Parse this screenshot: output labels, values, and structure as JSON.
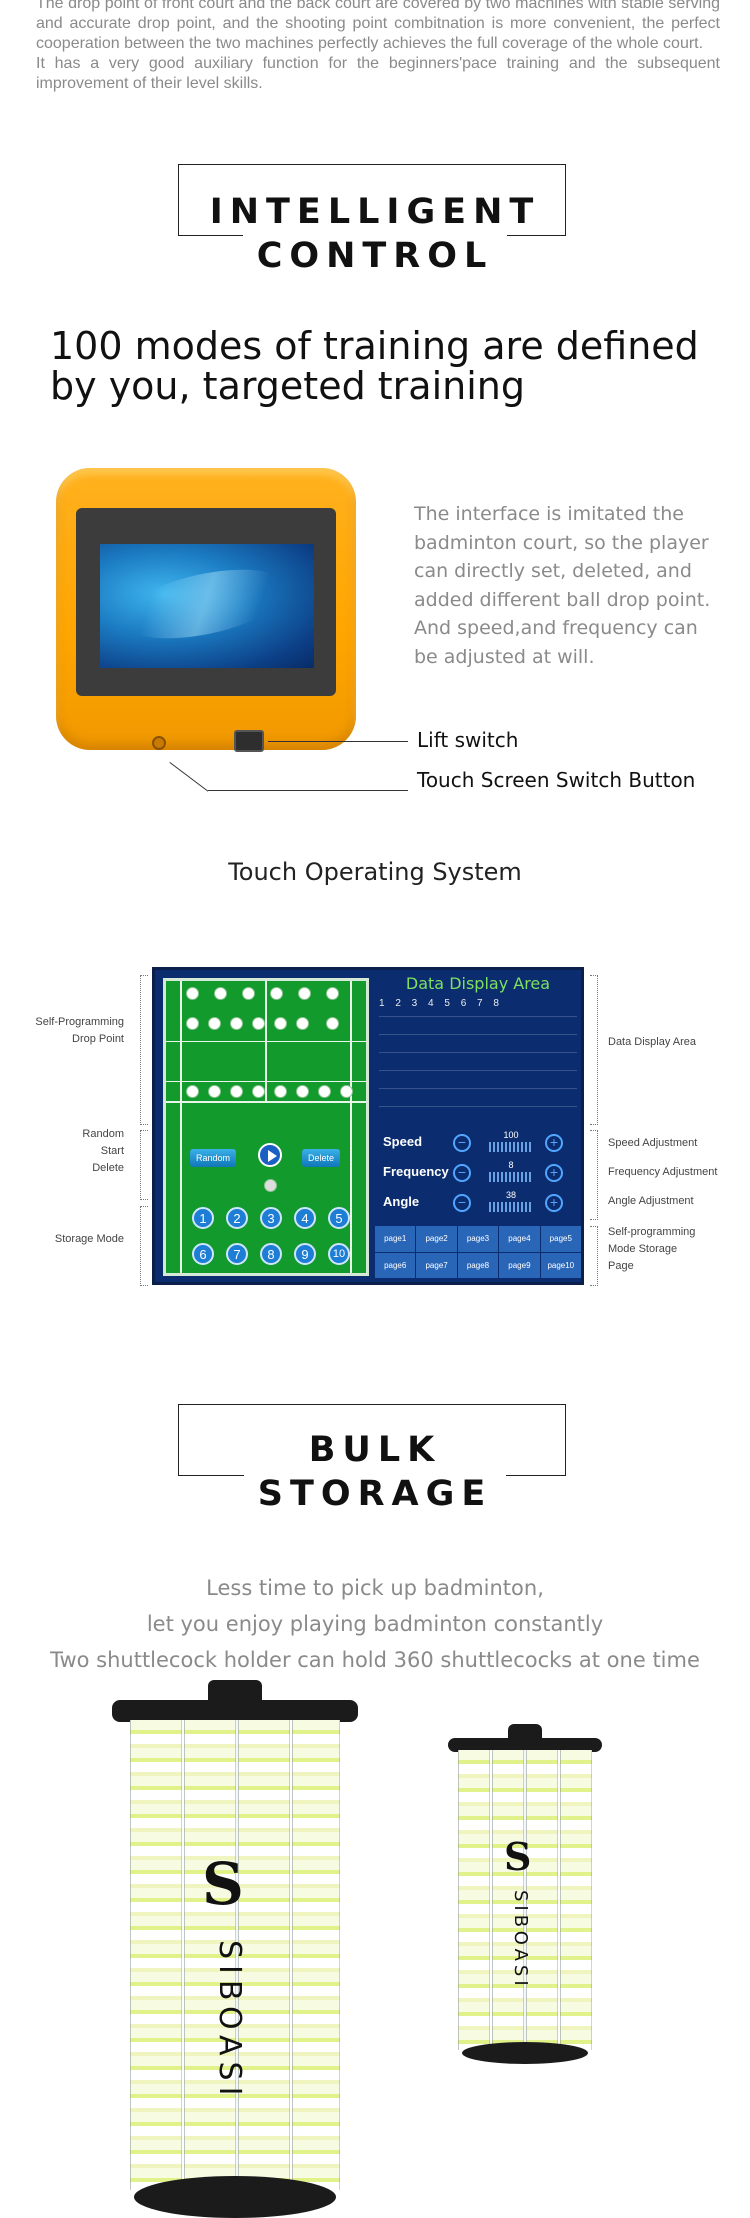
{
  "intro": {
    "paragraph1": "The drop point of front court and the back court are covered by two machines with stable serving and accurate drop point, and the shooting point combitnation is more convenient, the perfect cooperation between the two machines perfectly achieves the full coverage of the whole court.",
    "paragraph2": "It has a very good auxiliary function for the beginners'pace training and the subsequent improvement of their level skills."
  },
  "section_intelligent": {
    "title_line1": "INTELLIGENT",
    "title_line2": "CONTROL",
    "headline": "100 modes of training are defined by you, targeted training",
    "description": "The interface is imitated the badminton court, so the player can directly set, deleted, and added different ball drop point. And speed,and frequency can be adjusted at will.",
    "callout_lift_switch": "Lift switch",
    "callout_touch_button": "Touch Screen Switch Button"
  },
  "touch_os": {
    "heading": "Touch Operating System",
    "data_title": "Data Display Area",
    "data_numbers": "1  2  3  4  5  6  7  8",
    "random_label": "Random",
    "delete_label": "Delete",
    "speed": {
      "label": "Speed",
      "value": "100"
    },
    "frequency": {
      "label": "Frequency",
      "value": "8"
    },
    "angle": {
      "label": "Angle",
      "value": "38"
    },
    "numbers": [
      "1",
      "2",
      "3",
      "4",
      "5",
      "6",
      "7",
      "8",
      "9",
      "10"
    ],
    "pages": [
      "page1",
      "page2",
      "page3",
      "page4",
      "page5",
      "page6",
      "page7",
      "page8",
      "page9",
      "page10"
    ],
    "left_labels": {
      "self_programming": "Self-Programming\nDrop Point",
      "random_start_delete": "Random\nStart\nDelete",
      "storage_mode": "Storage Mode"
    },
    "right_labels": {
      "data_display": "Data Display Area",
      "speed_adj": "Speed Adjustment",
      "frequency_adj": "Frequency Adjustment",
      "angle_adj": "Angle Adjustment",
      "self_programming_storage": "Self-programming\nMode Storage\nPage"
    }
  },
  "section_storage": {
    "title_line1": "BULK",
    "title_line2": "STORAGE",
    "line1": "Less time to pick up badminton,",
    "line2": "let you enjoy playing badminton constantly",
    "line3": "Two shuttlecock holder can hold 360 shuttlecocks at one time",
    "brand": "SIBOASI"
  },
  "colors": {
    "tablet_orange": "#ffa500",
    "screen_blue": "#1b7bc2",
    "court_green": "#139a2c",
    "panel_navy": "#0b2c6e",
    "data_title_green": "#7ee060",
    "body_grey": "#8a8a8a"
  }
}
